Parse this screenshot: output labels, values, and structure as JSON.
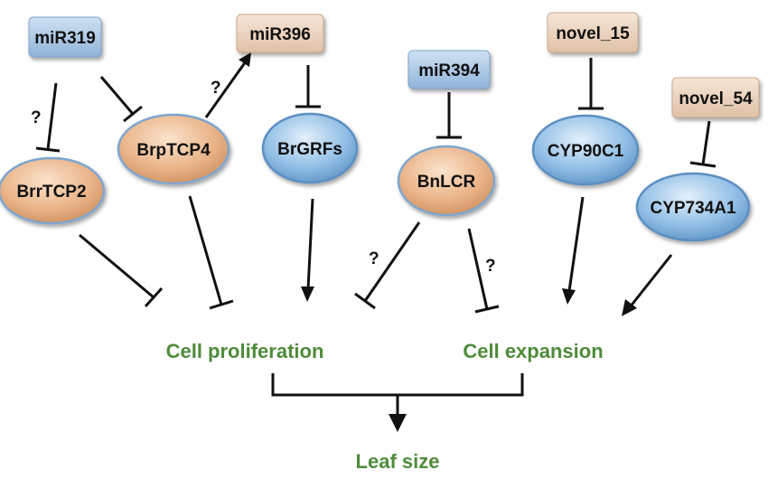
{
  "colors": {
    "mirna_blue": "#a9c8e6",
    "mirna_tan": "#e9cfb8",
    "gene_orange": "#e9b78d",
    "gene_blue": "#8fbde4",
    "outcome_green": "#4e8b3a",
    "line": "#111111"
  },
  "regulators": [
    {
      "id": "miR319",
      "label": "miR319",
      "style": "blue"
    },
    {
      "id": "miR396",
      "label": "miR396",
      "style": "tan"
    },
    {
      "id": "miR394",
      "label": "miR394",
      "style": "blue"
    },
    {
      "id": "novel_15",
      "label": "novel_15",
      "style": "tan"
    },
    {
      "id": "novel_54",
      "label": "novel_54",
      "style": "tan"
    }
  ],
  "genes": [
    {
      "id": "BrrTCP2",
      "label": "BrrTCP2",
      "style": "orange"
    },
    {
      "id": "BrpTCP4",
      "label": "BrpTCP4",
      "style": "orange"
    },
    {
      "id": "BrGRFs",
      "label": "BrGRFs",
      "style": "blue"
    },
    {
      "id": "BnLCR",
      "label": "BnLCR",
      "style": "orange"
    },
    {
      "id": "CYP90C1",
      "label": "CYP90C1",
      "style": "blue"
    },
    {
      "id": "CYP734A1",
      "label": "CYP734A1",
      "style": "blue"
    }
  ],
  "outcomes": {
    "proliferation": "Cell proliferation",
    "expansion": "Cell expansion",
    "leaf_size": "Leaf size"
  },
  "uncertain_mark": "?",
  "edges": [
    {
      "from": "miR319",
      "to": "BrrTCP2",
      "type": "inhibit",
      "uncertain": true
    },
    {
      "from": "miR319",
      "to": "BrpTCP4",
      "type": "inhibit",
      "uncertain": false
    },
    {
      "from": "BrpTCP4",
      "to": "miR396",
      "type": "activate",
      "uncertain": true
    },
    {
      "from": "miR396",
      "to": "BrGRFs",
      "type": "inhibit",
      "uncertain": false
    },
    {
      "from": "miR394",
      "to": "BnLCR",
      "type": "inhibit",
      "uncertain": false
    },
    {
      "from": "novel_15",
      "to": "CYP90C1",
      "type": "inhibit",
      "uncertain": false
    },
    {
      "from": "novel_54",
      "to": "CYP734A1",
      "type": "inhibit",
      "uncertain": false
    },
    {
      "from": "BrrTCP2",
      "to": "Cell proliferation",
      "type": "inhibit",
      "uncertain": false
    },
    {
      "from": "BrpTCP4",
      "to": "Cell proliferation",
      "type": "inhibit",
      "uncertain": false
    },
    {
      "from": "BrGRFs",
      "to": "Cell proliferation",
      "type": "activate",
      "uncertain": false
    },
    {
      "from": "BnLCR",
      "to": "Cell proliferation",
      "type": "inhibit",
      "uncertain": true
    },
    {
      "from": "BnLCR",
      "to": "Cell expansion",
      "type": "inhibit",
      "uncertain": true
    },
    {
      "from": "CYP90C1",
      "to": "Cell expansion",
      "type": "activate",
      "uncertain": false
    },
    {
      "from": "CYP734A1",
      "to": "Cell expansion",
      "type": "activate",
      "uncertain": false
    },
    {
      "from": "Cell proliferation",
      "to": "Leaf size",
      "type": "activate",
      "uncertain": false
    },
    {
      "from": "Cell expansion",
      "to": "Leaf size",
      "type": "activate",
      "uncertain": false
    }
  ]
}
